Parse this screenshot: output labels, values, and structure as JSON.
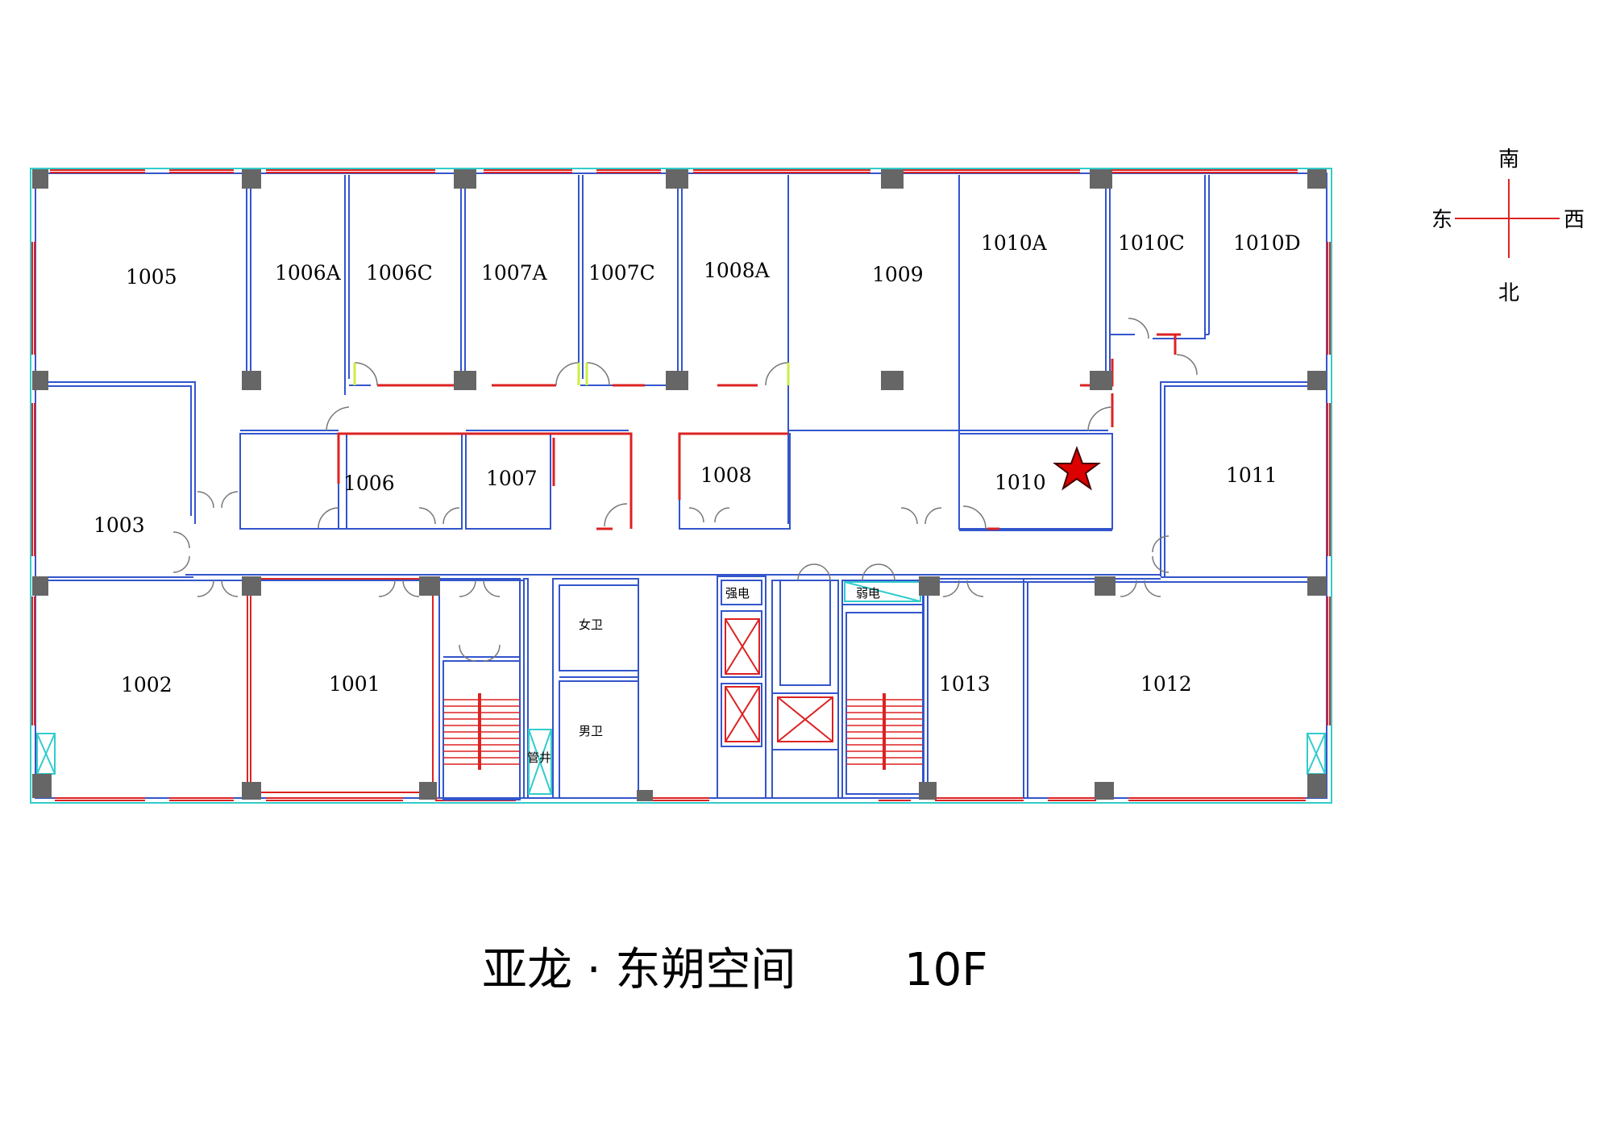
{
  "title": "亚龙 · 东朔空间",
  "floor": "10F",
  "compass": {
    "north": "北",
    "south": "南",
    "east": "东",
    "west": "西"
  },
  "rooms": {
    "r1005": "1005",
    "r1006A": "1006A",
    "r1006C": "1006C",
    "r1007A": "1007A",
    "r1007C": "1007C",
    "r1008A": "1008A",
    "r1009": "1009",
    "r1010A": "1010A",
    "r1010C": "1010C",
    "r1010D": "1010D",
    "r1003": "1003",
    "r1006": "1006",
    "r1007": "1007",
    "r1008": "1008",
    "r1010": "1010",
    "r1011": "1011",
    "r1002": "1002",
    "r1001": "1001",
    "r1013": "1013",
    "r1012": "1012"
  },
  "utility": {
    "strong_power": "强电",
    "weak_power": "弱电",
    "female_wc": "女卫",
    "male_wc": "男卫",
    "shaft": "管井"
  },
  "colors": {
    "wall": "#3355cc",
    "window": "#dd2222",
    "pillar": "#666666",
    "door": "#ccee44",
    "star": "#dd0000",
    "edge": "#33cccc"
  }
}
